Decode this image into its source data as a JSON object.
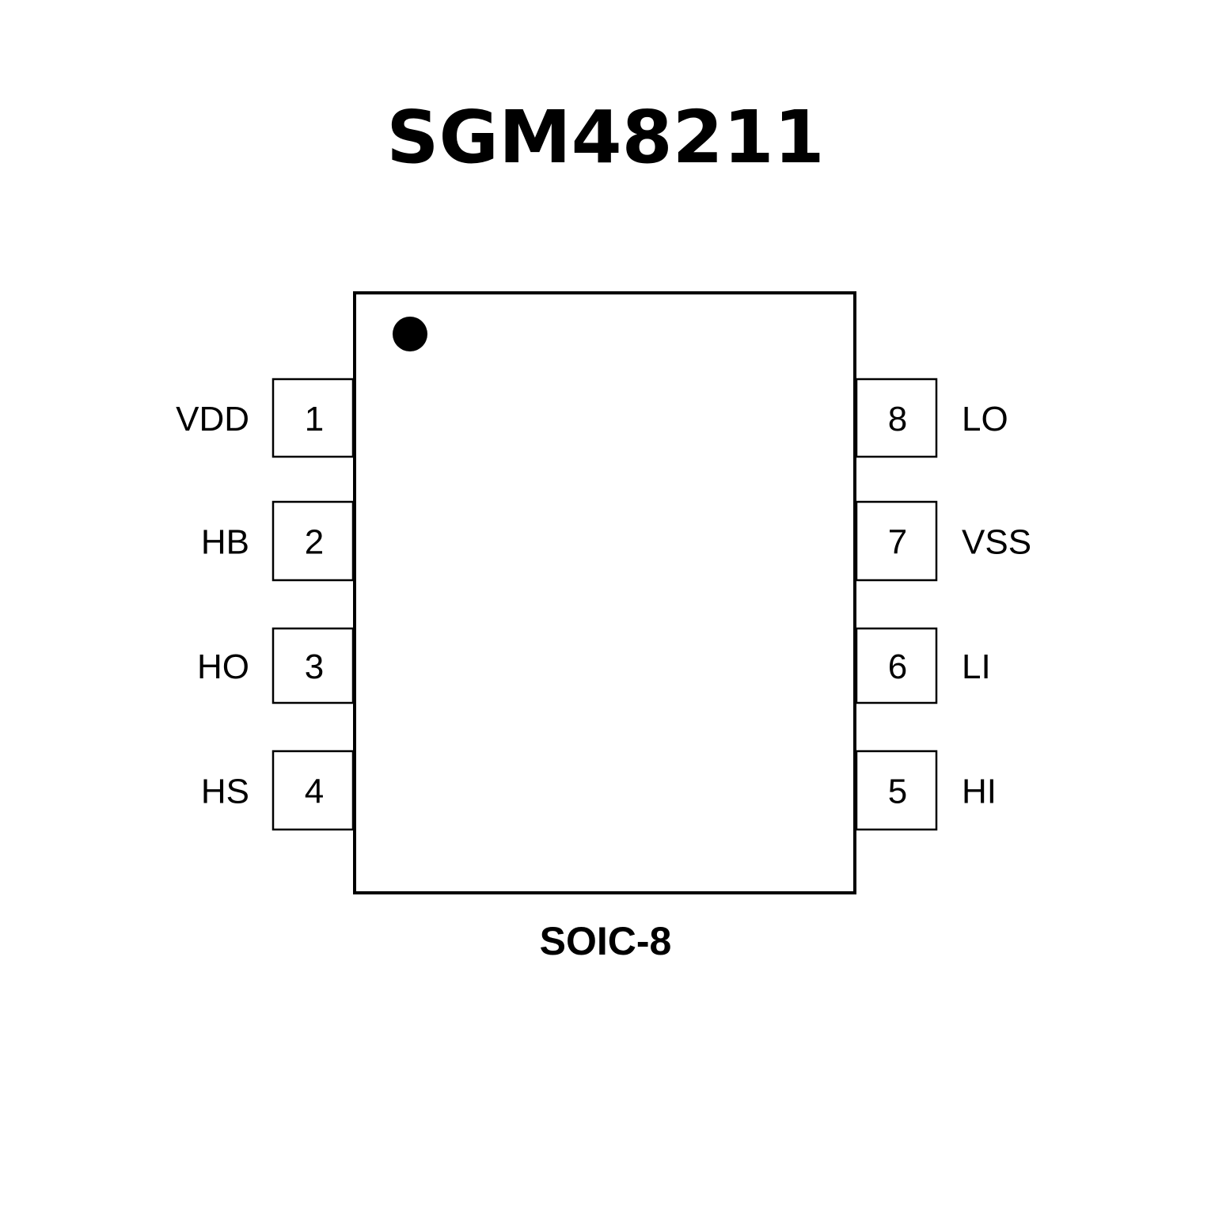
{
  "title": "SGM48211",
  "package": "SOIC-8",
  "pins_left": [
    {
      "number": "1",
      "name": "VDD"
    },
    {
      "number": "2",
      "name": "HB"
    },
    {
      "number": "3",
      "name": "HO"
    },
    {
      "number": "4",
      "name": "HS"
    }
  ],
  "pins_right": [
    {
      "number": "8",
      "name": "LO"
    },
    {
      "number": "7",
      "name": "VSS"
    },
    {
      "number": "6",
      "name": "LI"
    },
    {
      "number": "5",
      "name": "HI"
    }
  ]
}
